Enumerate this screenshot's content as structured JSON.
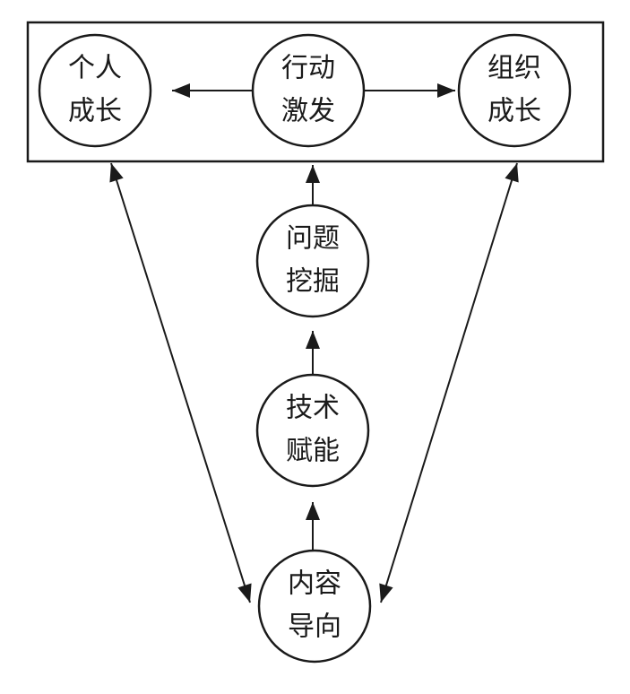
{
  "diagram": {
    "nodes": [
      {
        "id": "personal-growth",
        "line1": "个人",
        "line2": "成长"
      },
      {
        "id": "action-inspiration",
        "line1": "行动",
        "line2": "激发"
      },
      {
        "id": "org-growth",
        "line1": "组织",
        "line2": "成长"
      },
      {
        "id": "problem-mining",
        "line1": "问题",
        "line2": "挖掘"
      },
      {
        "id": "tech-empower",
        "line1": "技术",
        "line2": "赋能"
      },
      {
        "id": "content-oriented",
        "line1": "内容",
        "line2": "导向"
      }
    ],
    "edges": [
      {
        "from": "action-inspiration",
        "to": "personal-growth",
        "bidirectional": false
      },
      {
        "from": "action-inspiration",
        "to": "org-growth",
        "bidirectional": false
      },
      {
        "from": "problem-mining",
        "to": "action-inspiration",
        "bidirectional": false
      },
      {
        "from": "tech-empower",
        "to": "problem-mining",
        "bidirectional": false
      },
      {
        "from": "content-oriented",
        "to": "tech-empower",
        "bidirectional": false
      },
      {
        "from": "personal-growth",
        "to": "content-oriented",
        "bidirectional": true
      },
      {
        "from": "org-growth",
        "to": "content-oriented",
        "bidirectional": true
      }
    ],
    "colors": {
      "stroke": "#1a1a1a",
      "fill": "#ffffff"
    }
  }
}
